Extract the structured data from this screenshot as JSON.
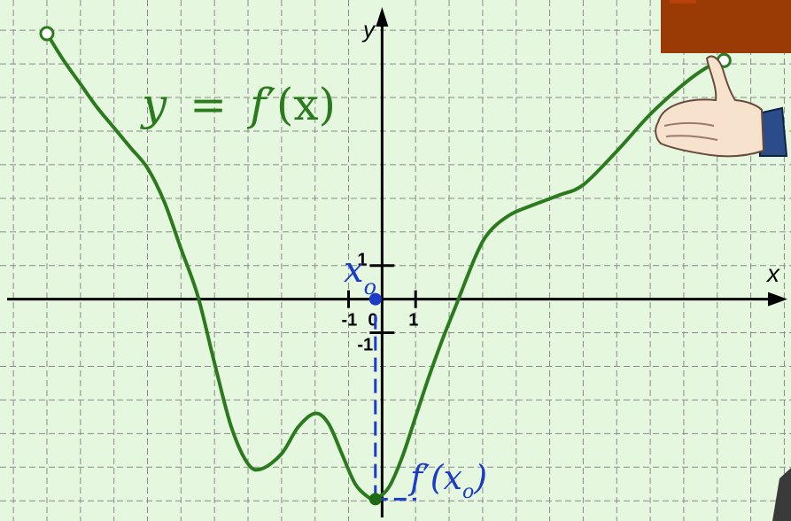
{
  "formula": {
    "lhs": "y",
    "eq": "=",
    "fname": "f",
    "prime": "′",
    "arg": "(x)"
  },
  "axes": {
    "x_name": "x",
    "y_name": "y"
  },
  "point": {
    "x_label": "x",
    "x_sub": "o",
    "y_label_f": "f",
    "y_label_prime": "′",
    "y_label_arg": "(x",
    "y_label_sub": "o",
    "y_label_close": ")"
  },
  "colors": {
    "curve": "#2c7a1e",
    "grid": "#8a8a8a",
    "background": "#e6f7df",
    "point": "#1a3cc8",
    "marker": "#1f6a14",
    "corner_block": "#9a3a05"
  },
  "icons": [
    "pointing-hand-icon",
    "corner-block"
  ],
  "chart_data": {
    "type": "line",
    "title": "",
    "xlabel": "x",
    "ylabel": "y",
    "xlim": [
      -11.4,
      12.2
    ],
    "ylim": [
      -6.6,
      8.9
    ],
    "grid": true,
    "x_ticks": [
      {
        "value": -1,
        "label": "-1"
      },
      {
        "value": 0,
        "label": "0"
      },
      {
        "value": 1,
        "label": "1"
      }
    ],
    "y_ticks": [
      {
        "value": 1,
        "label": "1"
      },
      {
        "value": -1,
        "label": "-1"
      }
    ],
    "series": [
      {
        "name": "",
        "points": [
          [
            -10,
            7.9
          ],
          [
            -9.5,
            7.1
          ],
          [
            -9,
            6.4
          ],
          [
            -8.5,
            5.7
          ],
          [
            -8,
            5.1
          ],
          [
            -7.5,
            4.5
          ],
          [
            -7,
            3.9
          ],
          [
            -6.5,
            2.9
          ],
          [
            -6,
            1.5
          ],
          [
            -5.5,
            0.1
          ],
          [
            -5,
            -1.9
          ],
          [
            -4.5,
            -3.8
          ],
          [
            -4.0,
            -4.9
          ],
          [
            -3.6,
            -5.05
          ],
          [
            -3.0,
            -4.6
          ],
          [
            -2.5,
            -3.8
          ],
          [
            -2.0,
            -3.4
          ],
          [
            -1.6,
            -3.7
          ],
          [
            -1.2,
            -4.6
          ],
          [
            -0.8,
            -5.5
          ],
          [
            -0.4,
            -5.9
          ],
          [
            -0.2,
            -5.95
          ],
          [
            0.2,
            -5.6
          ],
          [
            0.6,
            -4.7
          ],
          [
            1.0,
            -3.5
          ],
          [
            1.4,
            -2.3
          ],
          [
            1.8,
            -1.2
          ],
          [
            2.2,
            -0.2
          ],
          [
            2.8,
            1.3
          ],
          [
            3.2,
            2.0
          ],
          [
            3.8,
            2.5
          ],
          [
            4.5,
            2.8
          ],
          [
            5.3,
            3.1
          ],
          [
            6.0,
            3.4
          ],
          [
            7.0,
            4.4
          ],
          [
            8.0,
            5.5
          ],
          [
            9.0,
            6.4
          ],
          [
            9.7,
            6.9
          ],
          [
            10.2,
            7.1
          ]
        ],
        "open_endpoints": [
          [
            -10,
            7.9
          ],
          [
            10.2,
            7.1
          ]
        ]
      }
    ],
    "marked_point": {
      "x": -0.2,
      "y": -5.95,
      "x0_on_axis": -0.2
    }
  }
}
